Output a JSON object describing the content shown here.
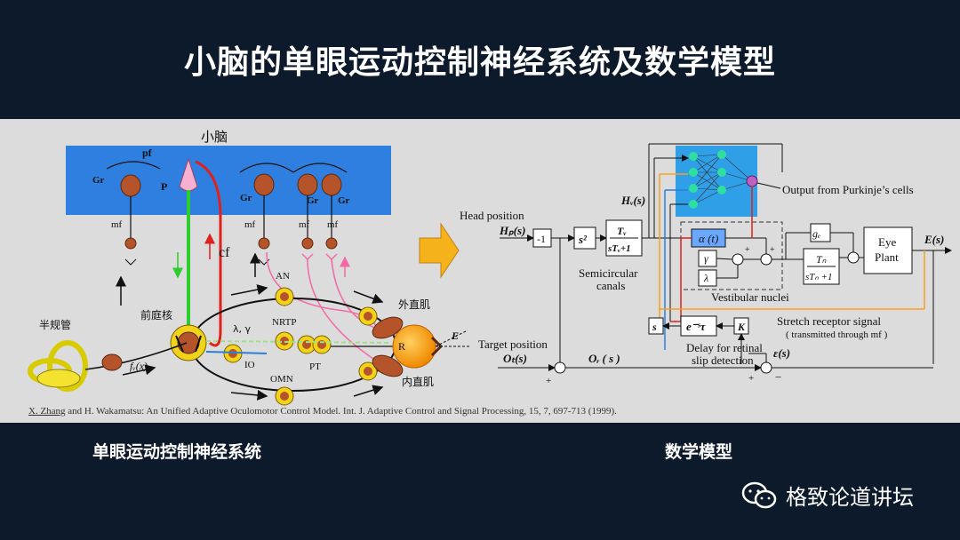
{
  "title": "小脑的单眼运动控制神经系统及数学模型",
  "left": {
    "cerebellum": "小脑",
    "pf": "pf",
    "gr": "Gr",
    "p": "P",
    "mf": "mf",
    "cf": "cf",
    "semicircular": "半规管",
    "vestibular_nucleus": "前庭核",
    "fv": "fᵥ(x)",
    "an": "AN",
    "nrtp": "NRTP",
    "lambda_gamma": "λ,  γ",
    "io": "IO",
    "pt": "PT",
    "omn": "OMN",
    "r": "R",
    "e": "E",
    "lateral_rectus": "外直肌",
    "medial_rectus": "内直肌"
  },
  "right": {
    "head_position": "Head  position",
    "hp": "Hₚ(s)",
    "minus1": "-1",
    "s2": "s²",
    "tv": "Tᵥ",
    "stv1": "sTᵥ+1",
    "hv": "Hᵥ(s)",
    "semicircular_canals_1": "Semicircular",
    "semicircular_canals_2": "canals",
    "alpha": "α (t)",
    "gamma": "γ",
    "lambda": "λ",
    "vestibular_nuclei": "Vestibular nuclei",
    "ge": "gₑ",
    "tn": "Tₙ",
    "stn1": "sTₙ +1",
    "eye_plant_1": "Eye",
    "eye_plant_2": "Plant",
    "es": "E(s)",
    "output_purkinje": "Output from Purkinje’s cells",
    "stretch": "Stretch receptor signal",
    "stretch_sub": "( transmitted through mf )",
    "s_box": "s",
    "delay": "e⁻ˢτ",
    "k": "K",
    "delay_label_1": "Delay for retinal",
    "delay_label_2": "slip detection",
    "target_position": "Target position",
    "ot": "Oₜ(s)",
    "or": "Oᵣ ( s )",
    "eps": "ε(s)",
    "plus": "+",
    "minus": "−"
  },
  "citation_author": "X. Zhang",
  "citation_rest": " and H. Wakamatsu: An Unified Adaptive Oculomotor Control Model. Int. J. Adaptive Control and Signal Processing, 15, 7, 697-713 (1999).",
  "caption_left": "单眼运动控制神经系统",
  "caption_right": "数学模型",
  "brand": "格致论道讲坛",
  "colors": {
    "background": "#0c1a2b",
    "panel": "#dcdcdc",
    "cerebellum_blue": "#2f7fe0",
    "neuron": "#b5532a",
    "arrow_orange": "#f5b21b",
    "green_path": "#2ecc2e",
    "red_path": "#e0201a",
    "pink_path": "#f26aa6",
    "eye": "#f59a0c",
    "node": "#2ee0a0"
  }
}
